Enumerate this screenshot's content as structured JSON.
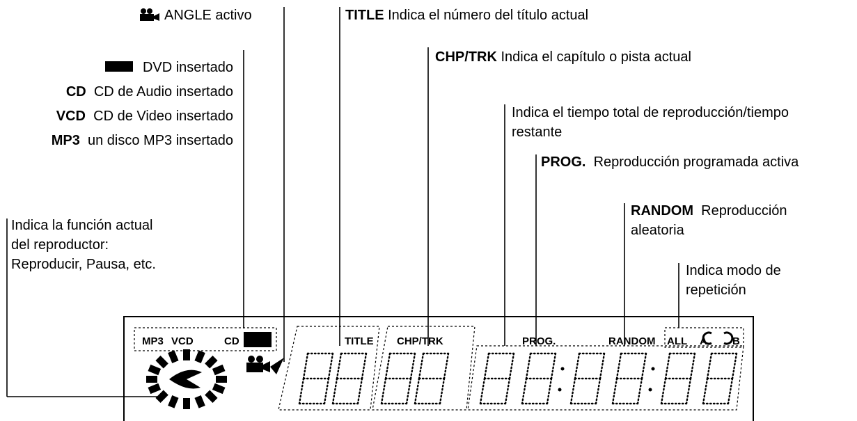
{
  "callouts": {
    "angle": {
      "text": "ANGLE activo"
    },
    "title": {
      "key": "TITLE",
      "text": "Indica el número del título actual"
    },
    "chp": {
      "key": "CHP/TRK",
      "text": "Indica el capítulo o pista actual"
    },
    "time": {
      "line1": "Indica el tiempo total de reproducción/tiempo",
      "line2": "restante"
    },
    "prog": {
      "key": "PROG.",
      "text": "Reproducción programada activa"
    },
    "random": {
      "key": "RANDOM",
      "text1": "Reproducción",
      "text2": "aleatoria"
    },
    "repeat": {
      "line1": "Indica modo de",
      "line2": "repetición"
    },
    "disc_types": [
      {
        "key": "",
        "text": "DVD insertado"
      },
      {
        "key": "CD",
        "text": "CD de Audio insertado"
      },
      {
        "key": "VCD",
        "text": "CD de Video insertado"
      },
      {
        "key": "MP3",
        "text": "un disco MP3 insertado"
      }
    ],
    "function": {
      "line1": "Indica la función actual",
      "line2": "del reproductor:",
      "line3": "Reproducir, Pausa, etc."
    }
  },
  "panel": {
    "mp3": "MP3",
    "vcd": "VCD",
    "cd": "CD",
    "title": "TITLE",
    "chptrk": "CHP/TRK",
    "prog": "PROG.",
    "random": "RANDOM",
    "all": "ALL",
    "a": "A",
    "b": "B"
  }
}
